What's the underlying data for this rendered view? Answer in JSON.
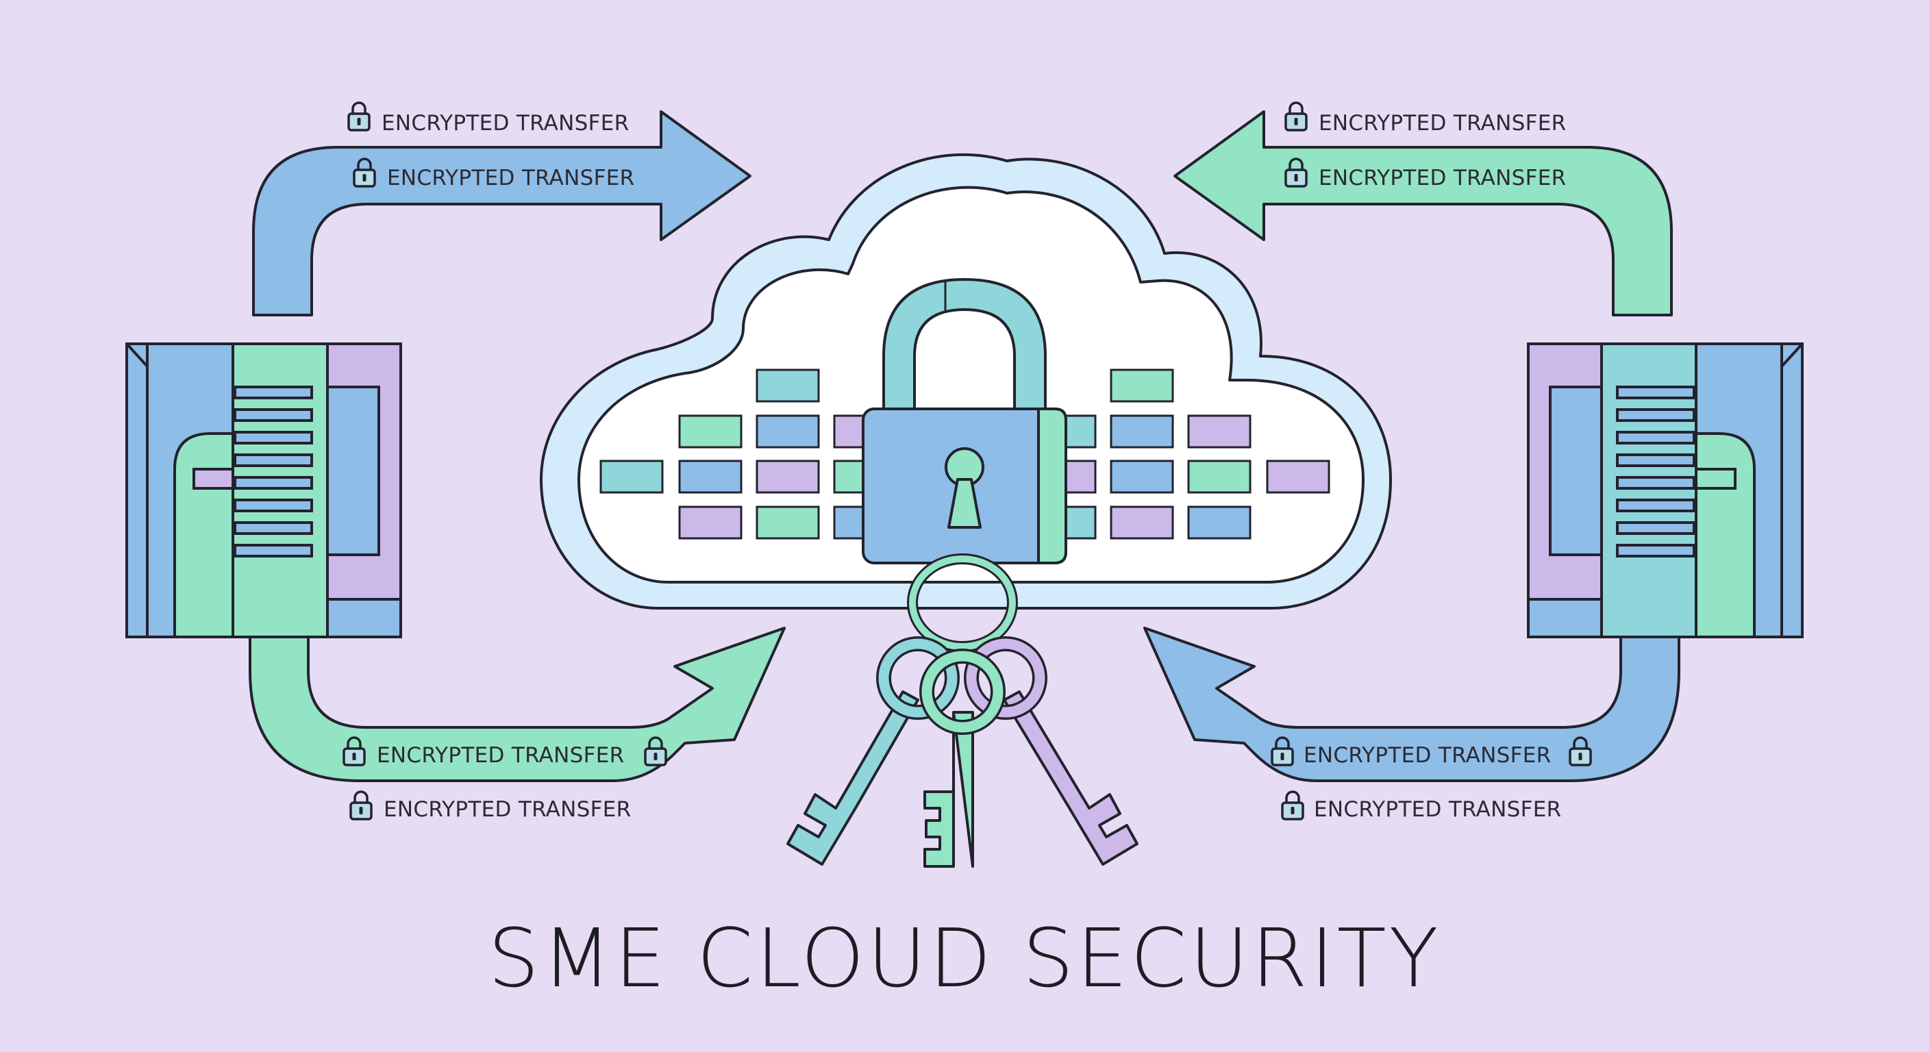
{
  "title": "SME CLOUD SECURITY",
  "transfer_labels": [
    "ENCRYPTED TRANSFER",
    "ENCRYPTED TRANSFER",
    "ENCRYPTED TRANSFER",
    "ENCRYPTED TRANSFER",
    "ENCRYPTED TRANSFER",
    "ENCRYPTED TRANSFER",
    "ENCRYPTED TRANSFER",
    "ENCRYPTED TRANSFER"
  ],
  "colors": {
    "background": "#e6ddf5",
    "blue": "#8ebde8",
    "green": "#93e4c4",
    "purple": "#cdb8ea",
    "teal": "#8fd6da",
    "cloud_outer": "#d3ebfb",
    "cloud_inner": "#ffffff",
    "outline": "#23232e"
  },
  "icons": [
    "lock-icon",
    "server-icon",
    "cloud-icon",
    "padlock-icon",
    "key-icon",
    "arrow-icon"
  ]
}
